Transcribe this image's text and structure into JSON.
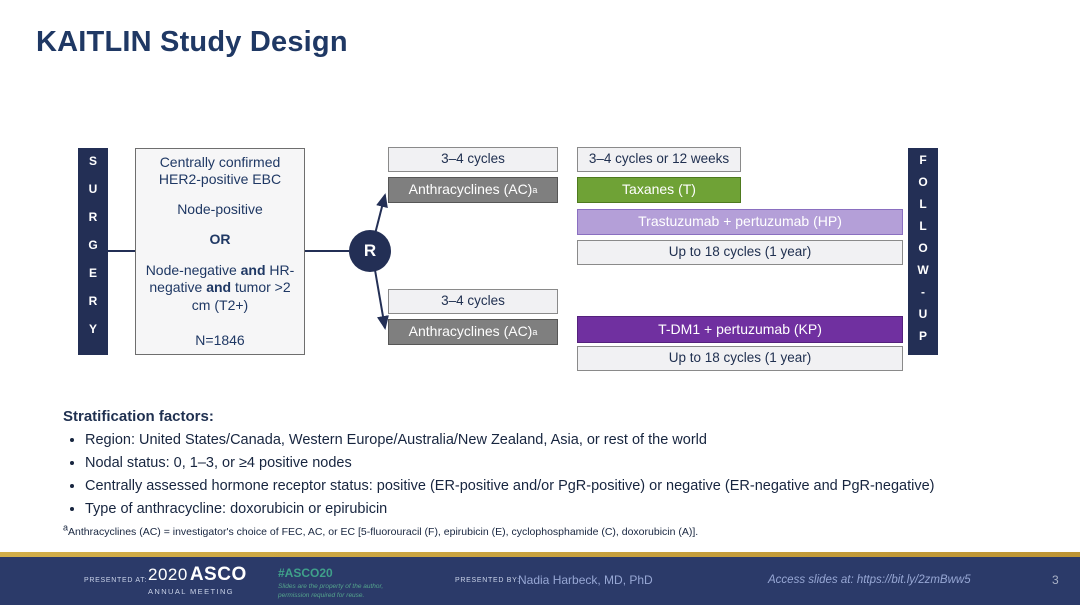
{
  "slide": {
    "title": "KAITLIN Study Design"
  },
  "diagram": {
    "surgery_label": "SURGERY",
    "followup_label": "FOLLOW-UP",
    "randomization_label": "R",
    "patient_box": {
      "confirmed": "Centrally confirmed HER2-positive EBC",
      "node_positive": "Node-positive",
      "or": "OR",
      "nn1": "Node-negative ",
      "and1": "and",
      "nn2": " HR-negative ",
      "and2": "and",
      "nn3": " tumor >2 cm (T2+)",
      "n_total": "N=1846"
    },
    "top_arm": {
      "cycles_label_1": "3–4 cycles",
      "anthracyclines_label": "Anthracyclines (AC)",
      "anthracyclines_sup": "a",
      "cycles_label_2": "3–4 cycles or 12 weeks",
      "taxanes_label": "Taxanes (T)",
      "hp_label": "Trastuzumab + pertuzumab (HP)",
      "hp_cycles_label": "Up to 18 cycles (1 year)"
    },
    "bottom_arm": {
      "cycles_label_1": "3–4 cycles",
      "anthracyclines_label": "Anthracyclines (AC)",
      "anthracyclines_sup": "a",
      "kp_label": "T-DM1 + pertuzumab (KP)",
      "kp_cycles_label": "Up to 18 cycles (1 year)"
    }
  },
  "stratification": {
    "heading": "Stratification factors:",
    "bullets": [
      "Region: United States/Canada, Western Europe/Australia/New Zealand, Asia, or rest of the world",
      "Nodal status: 0, 1–3, or ≥4 positive nodes",
      "Centrally assessed hormone receptor status: positive (ER-positive and/or PgR-positive) or negative (ER-negative and PgR-negative)",
      "Type of anthracycline: doxorubicin or epirubicin"
    ],
    "footnote_sup": "a",
    "footnote_text": "Anthracyclines (AC) = investigator's choice of FEC, AC, or EC [5-fluorouracil (F), epirubicin (E), cyclophosphamide (C), doxorubicin (A)]."
  },
  "footer": {
    "presented_at_label": "PRESENTED AT:",
    "logo_year": "2020",
    "logo_name": "ASCO",
    "logo_sub": "ANNUAL MEETING",
    "hashtag": "#ASCO20",
    "disclaimer_line1": "Slides are the property of the author,",
    "disclaimer_line2": "permission required for reuse.",
    "presented_by_label": "PRESENTED BY:",
    "presenter": "Nadia Harbeck, MD, PhD",
    "access_text": "Access slides at: https://bit.ly/2zmBww5",
    "page_number": "3"
  },
  "colors": {
    "title_navy": "#1F3864",
    "bar_navy": "#232F55",
    "anthracyclines_gray": "#7F7F7F",
    "taxanes_green": "#6FA236",
    "hp_light_purple": "#B49FD8",
    "kp_dark_purple": "#7030A0",
    "light_box_gray": "#F1F1F3",
    "footer_navy": "#2B3A69",
    "gold_accent": "#C09A3E",
    "hashtag_teal": "#3FA08A"
  }
}
